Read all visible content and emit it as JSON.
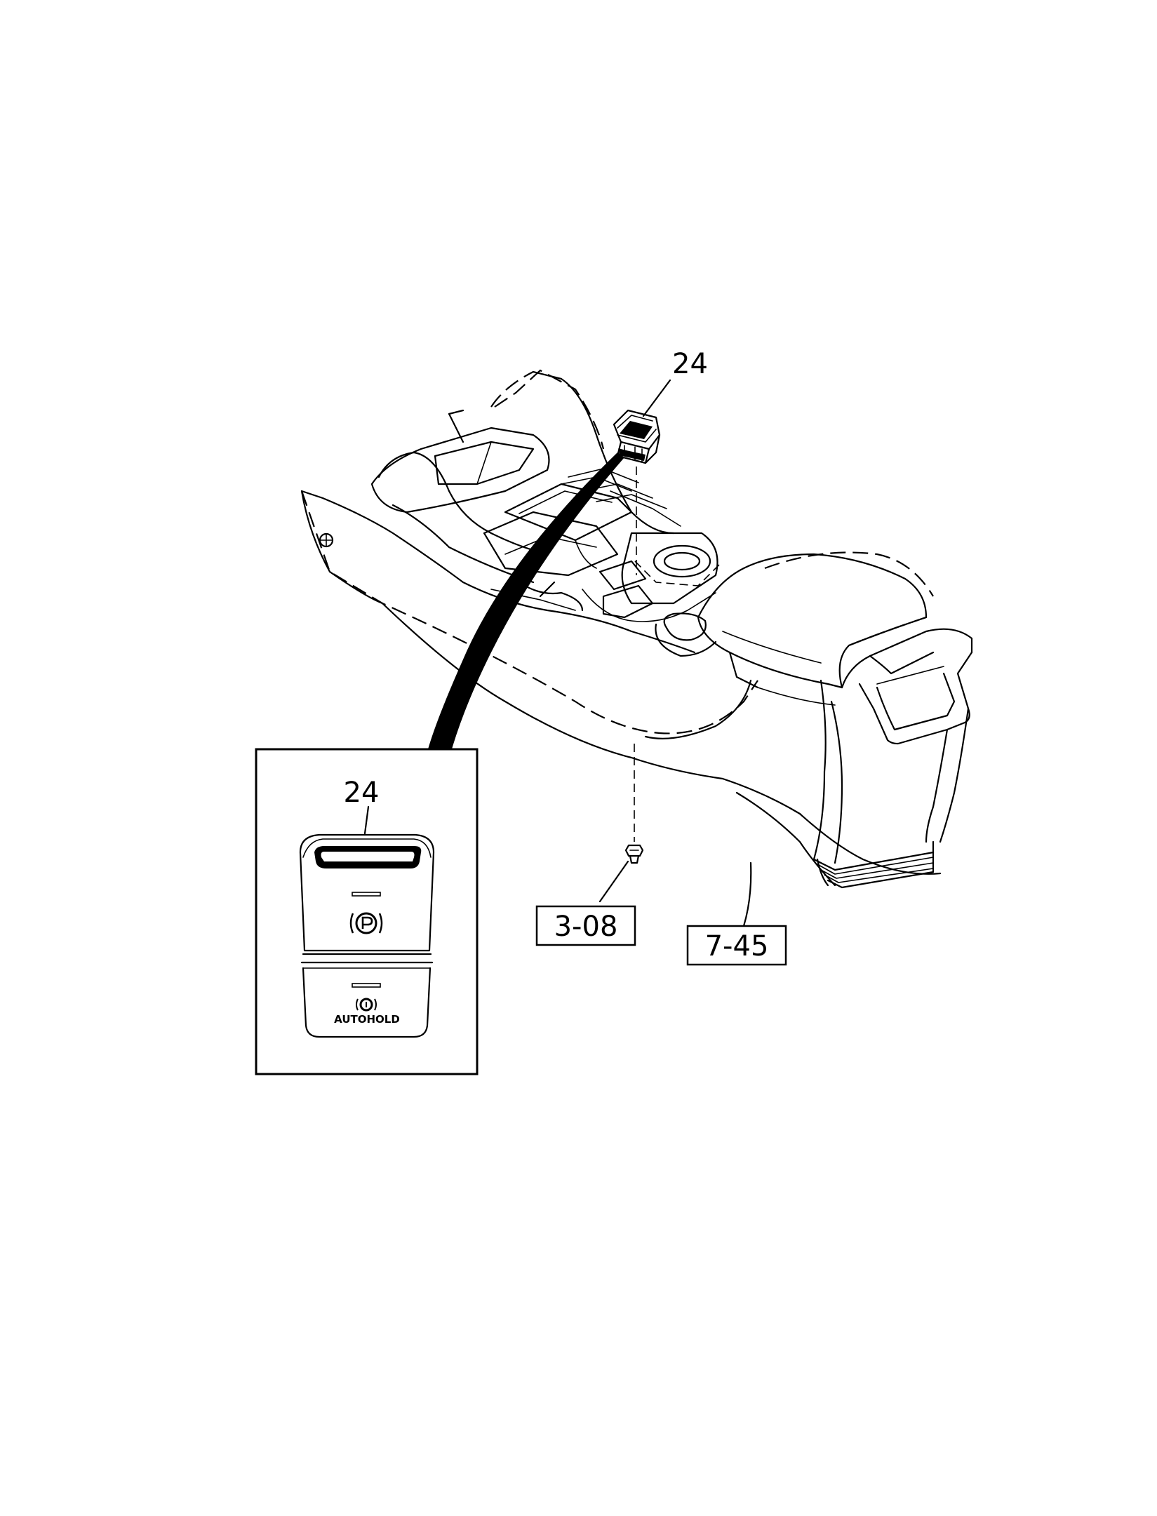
{
  "callouts": {
    "switch_part_number": "24",
    "detail_part_number": "24",
    "screw_ref": "3-08",
    "console_ref": "7-45"
  },
  "detail": {
    "switch_label": "AUTOHOLD"
  }
}
